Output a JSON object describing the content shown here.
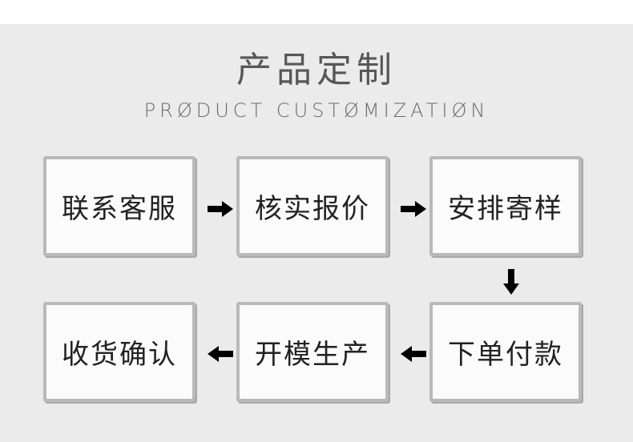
{
  "title": "产品定制",
  "subtitle": "PRØDUCT CUSTØMIZATIØN",
  "steps": [
    {
      "label": "联系客服"
    },
    {
      "label": "核实报价"
    },
    {
      "label": "安排寄样"
    },
    {
      "label": "下单付款"
    },
    {
      "label": "开模生产"
    },
    {
      "label": "收货确认"
    }
  ],
  "colors": {
    "background": "#ebebeb",
    "box_fill": "#fbfbfb",
    "box_border": "#b9b9b9",
    "arrow": "#000000",
    "title": "#575757"
  },
  "arrow_icons": [
    "arrow-right-icon",
    "arrow-right-icon",
    "arrow-down-icon",
    "arrow-left-icon",
    "arrow-left-icon"
  ]
}
